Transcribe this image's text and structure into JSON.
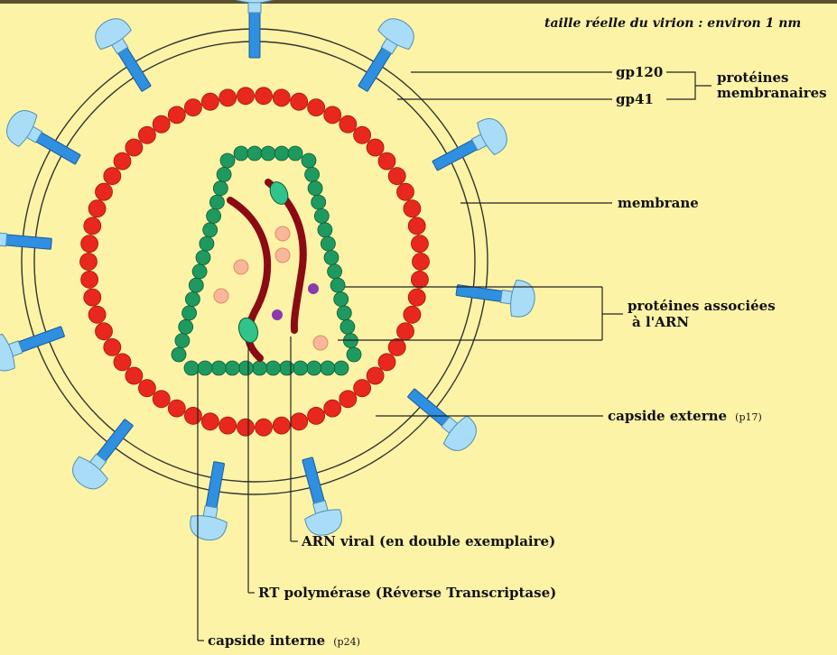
{
  "caption": "taille réelle du virion : environ 1 nm",
  "labels": {
    "gp120": "gp120",
    "gp41": "gp41",
    "membrane_proteins_line1": "protéines",
    "membrane_proteins_line2": "membranaires",
    "membrane": "membrane",
    "rna_proteins_line1": "protéines associées",
    "rna_proteins_line2": "à l'ARN",
    "outer_capsid": "capside externe",
    "outer_capsid_note": "(p17)",
    "viral_rna": "ARN viral (en double exemplaire)",
    "rt": "RT polymérase (Réverse Transcriptase)",
    "inner_capsid": "capside interne",
    "inner_capsid_note": "(p24)"
  },
  "colors": {
    "background": "#fdf3a6",
    "outer_capsid_beads": "#e8281e",
    "inner_capsid_beads": "#1e9a60",
    "rna_strand": "#8b0a14",
    "gp41_rod": "#2f8fe0",
    "gp120_knob": "#a9dcf6",
    "rt_enzyme": "#2fc48a",
    "associated_protein_orange": "#f9b79a",
    "associated_protein_purple": "#8a3ab0"
  }
}
